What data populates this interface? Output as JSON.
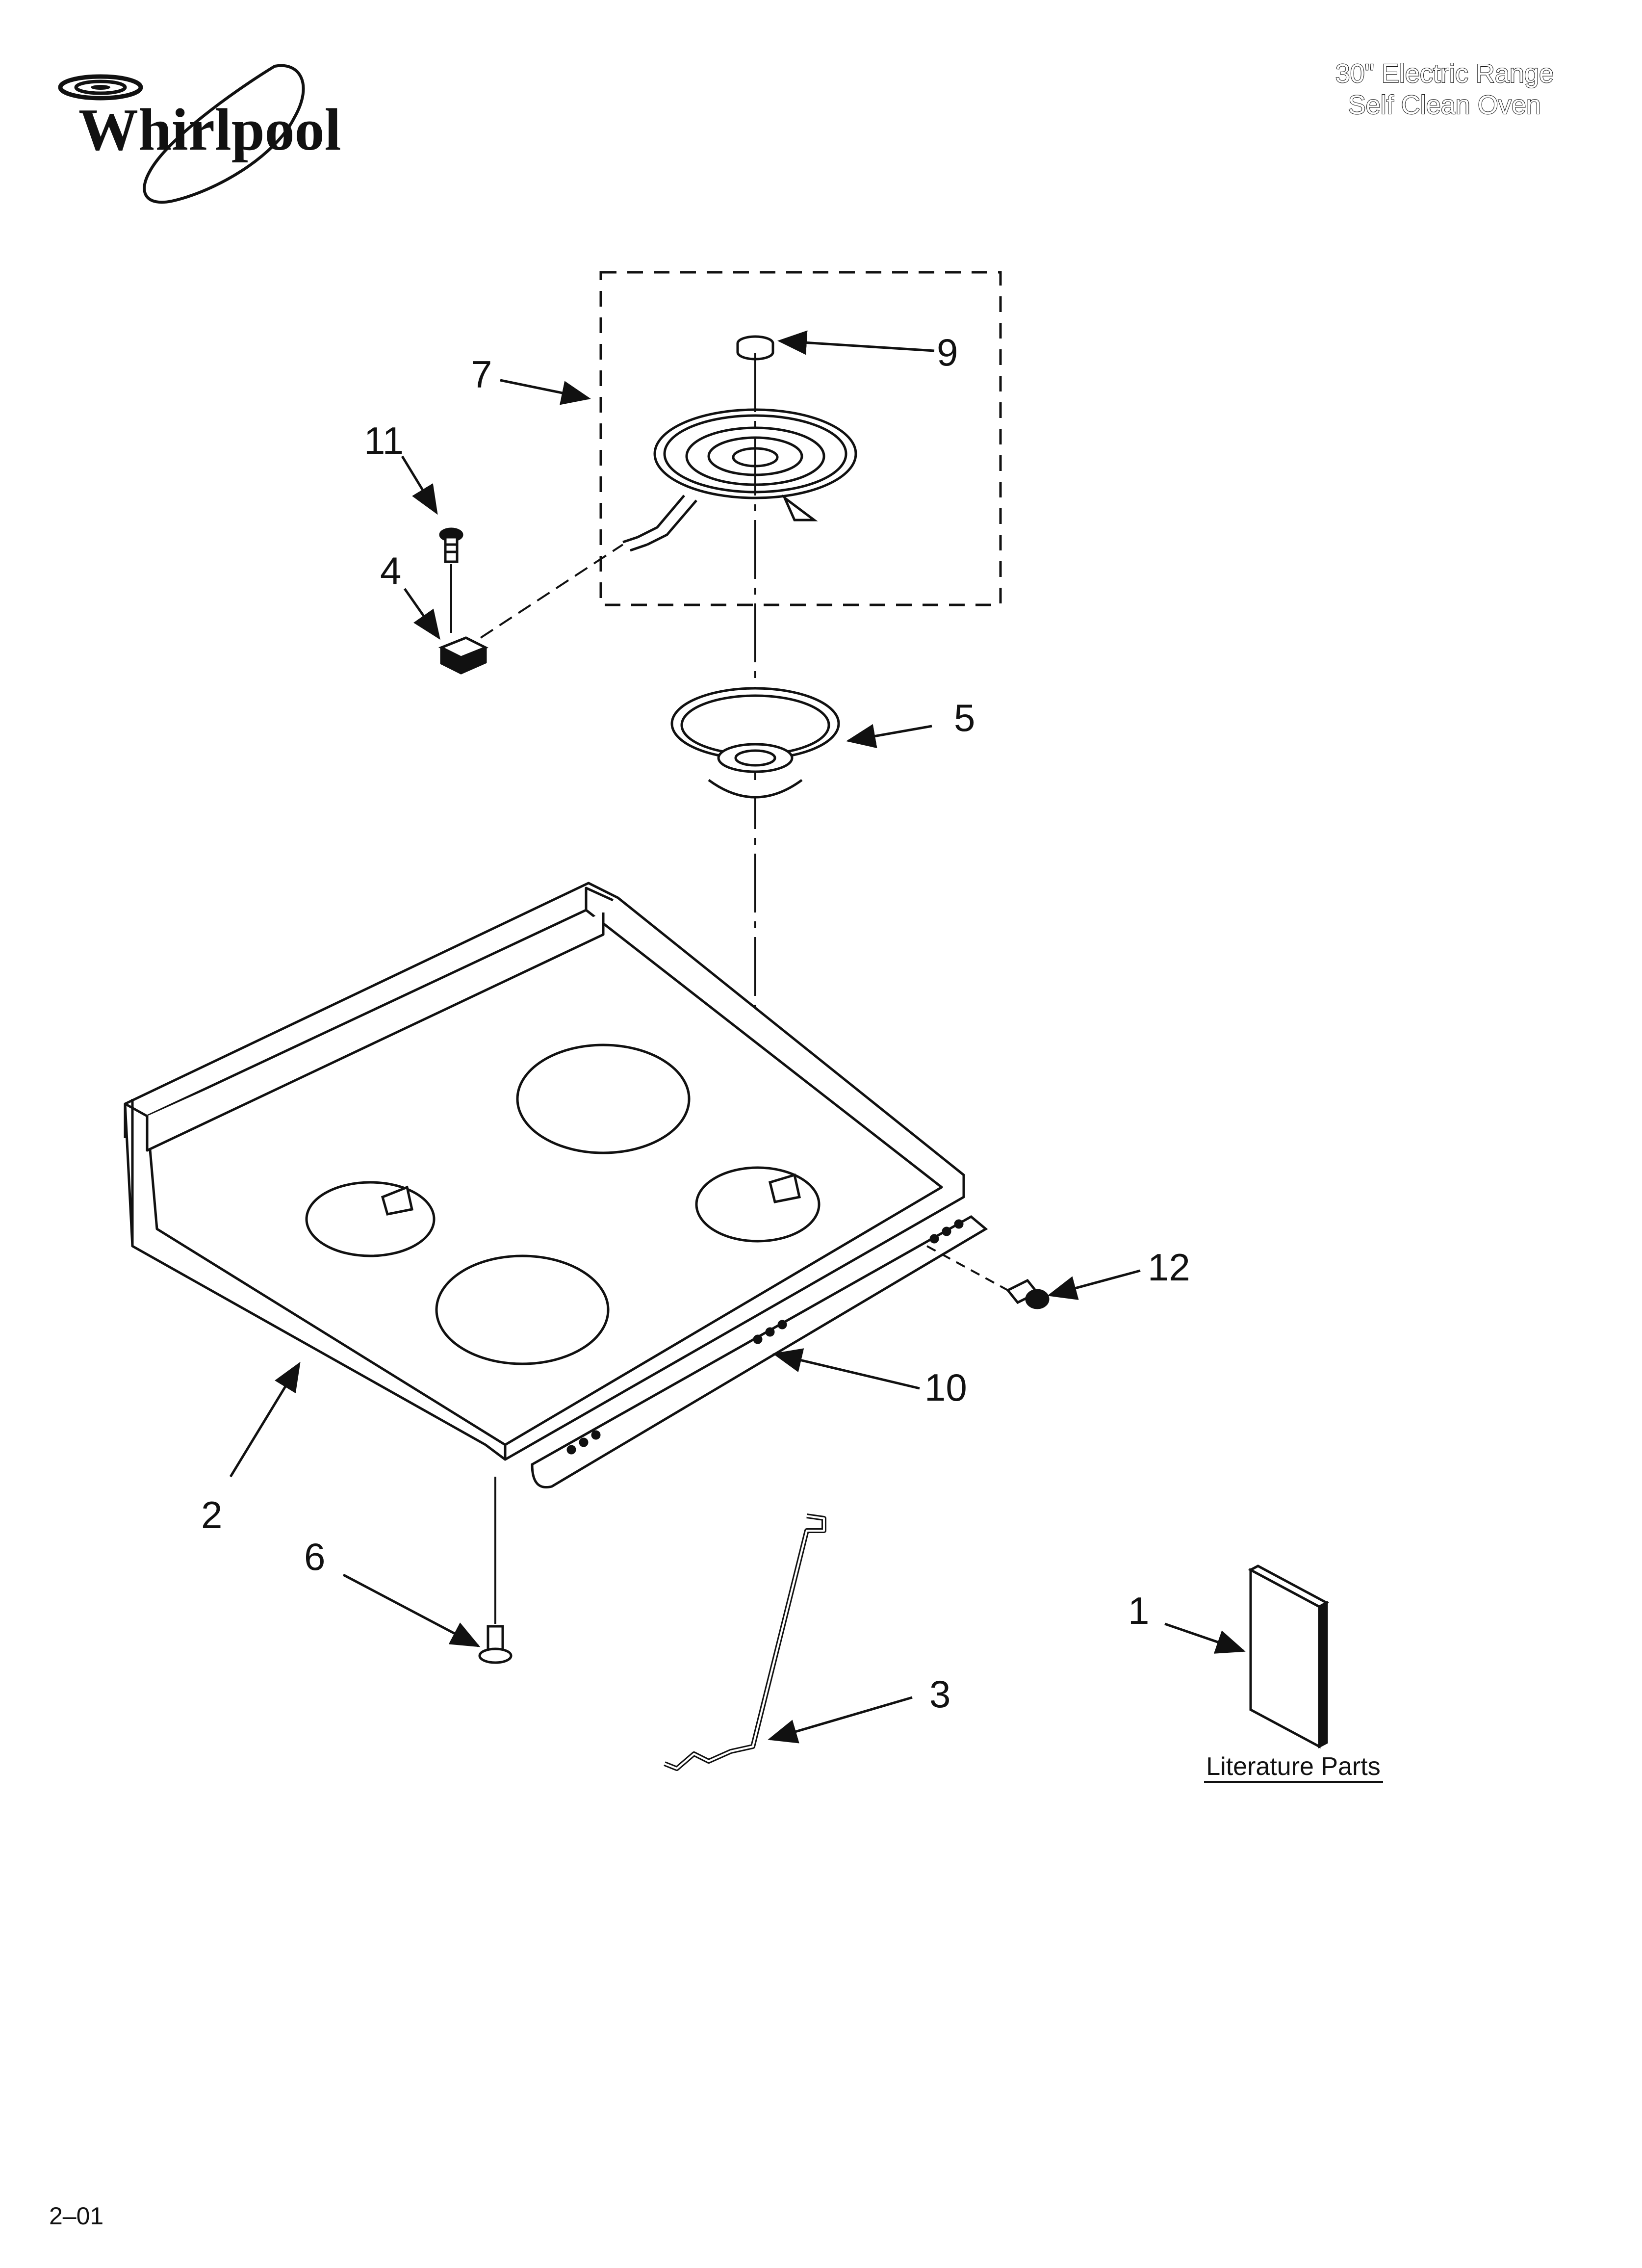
{
  "brand": {
    "name": "Whirlpool"
  },
  "header": {
    "line1": "30\" Electric Range",
    "line2": "Self Clean Oven"
  },
  "footer": {
    "code": "2–01"
  },
  "callouts": {
    "c1": "1",
    "c2": "2",
    "c3": "3",
    "c4": "4",
    "c5": "5",
    "c6": "6",
    "c7": "7",
    "c9": "9",
    "c10": "10",
    "c11": "11",
    "c12": "12"
  },
  "literature_label": "Literature Parts",
  "colors": {
    "ink": "#111111",
    "paper": "#ffffff"
  }
}
